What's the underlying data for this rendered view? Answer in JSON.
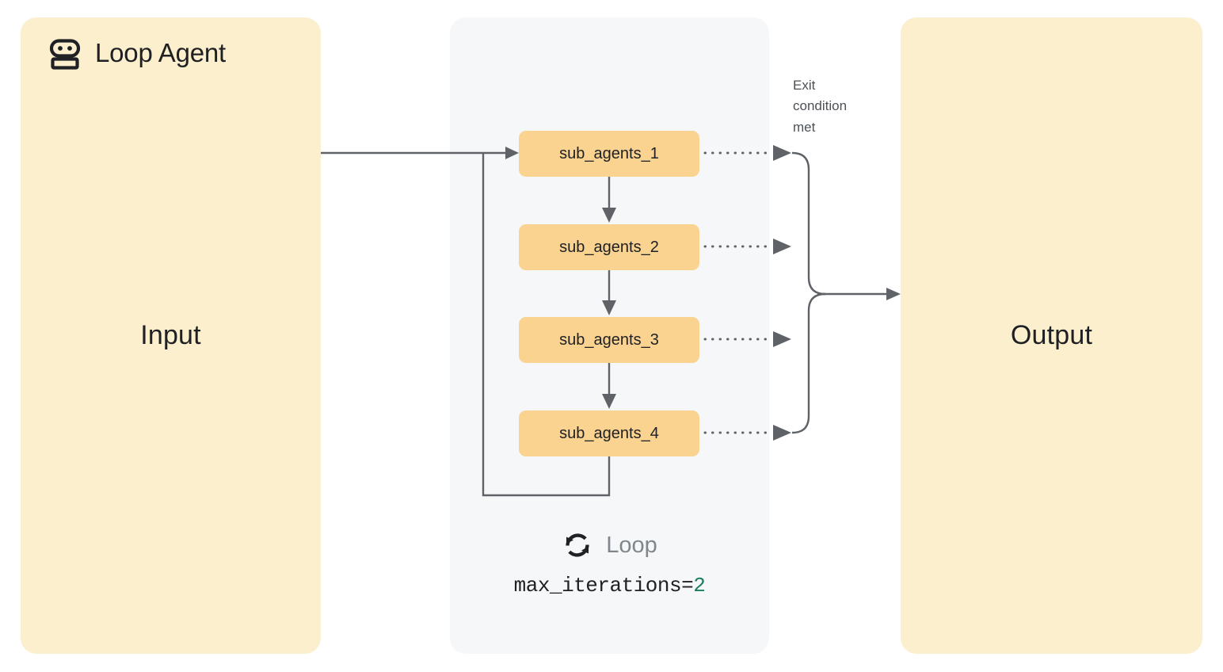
{
  "diagram": {
    "type": "loop-agent-flow",
    "input_panel": {
      "label": "Input",
      "color": "#fcefcd"
    },
    "output_panel": {
      "label": "Output",
      "color": "#fcefcd"
    },
    "agent": {
      "title": "Loop Agent",
      "icon": "robot-icon",
      "container_color": "#f6f7f9",
      "sub_agents": [
        {
          "label": "sub_agents_1"
        },
        {
          "label": "sub_agents_2"
        },
        {
          "label": "sub_agents_3"
        },
        {
          "label": "sub_agents_4"
        }
      ],
      "box_color": "#fad391"
    },
    "loop": {
      "icon": "loop-icon",
      "label": "Loop",
      "max_iterations_key": "max_iterations=",
      "max_iterations_value": "2",
      "value_color": "#1a7f5a"
    },
    "exit_note": {
      "line1": "Exit",
      "line2": "condition",
      "line3": "met"
    },
    "connector_color": "#5f6368"
  }
}
